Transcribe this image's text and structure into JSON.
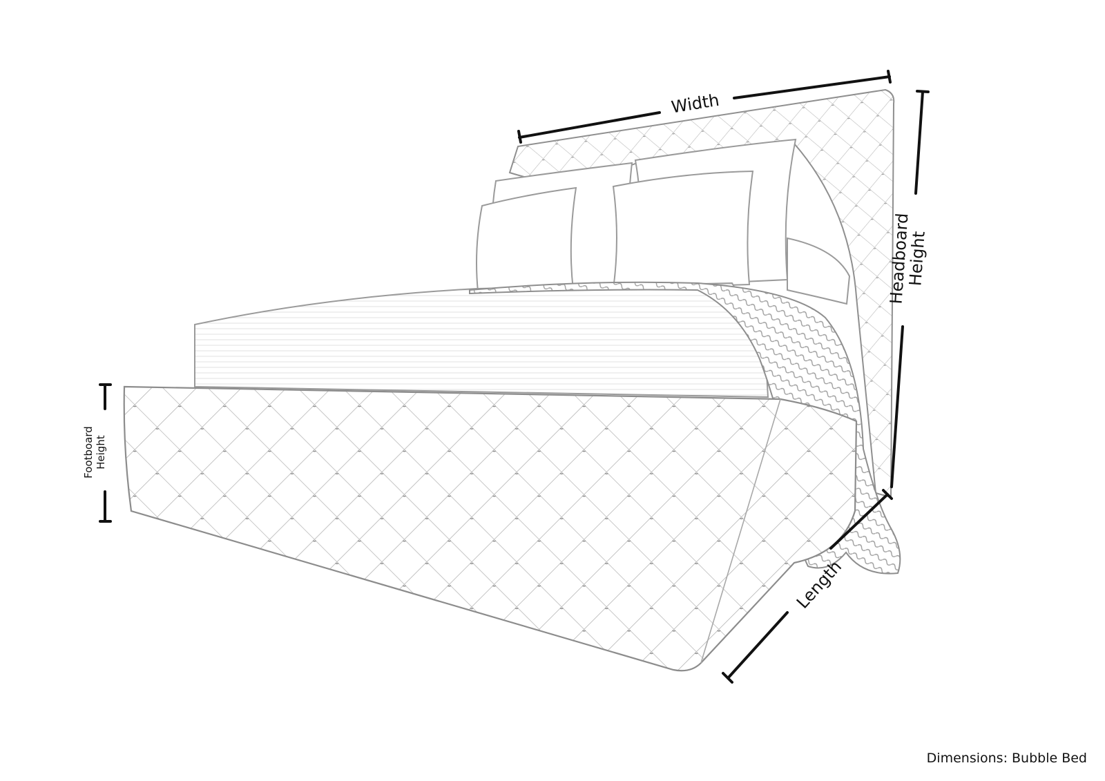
{
  "dimensions": {
    "width_label": "Width",
    "headboard_height_line1": "Headboard",
    "headboard_height_line2": "Height",
    "footboard_height_line1": "Footboard",
    "footboard_height_line2": "Height",
    "length_label": "Length"
  },
  "caption": "Dimensions: Bubble Bed",
  "colors": {
    "ink": "#111111",
    "sketch": "#9a9a9a",
    "background": "#ffffff"
  }
}
